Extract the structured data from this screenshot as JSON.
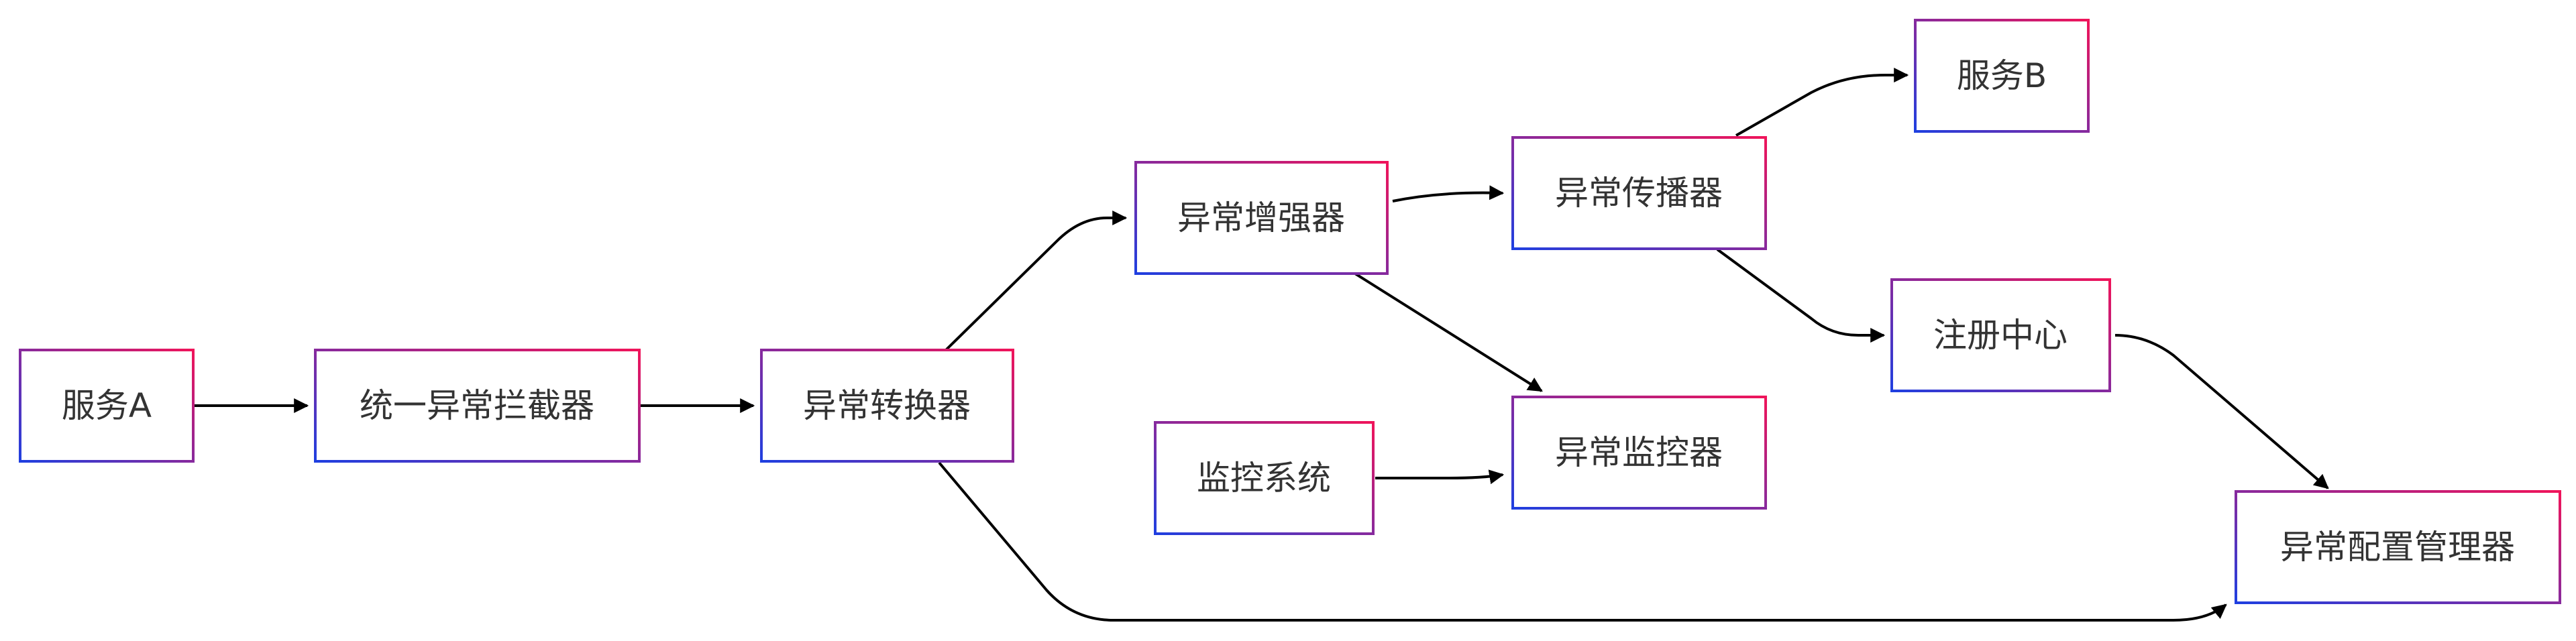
{
  "diagram": {
    "type": "flowchart",
    "gradient": {
      "start": "#1f3fe0",
      "end": "#f0145a"
    },
    "line_color": "#000000",
    "nodes": [
      {
        "id": "svcA",
        "label": "服务A"
      },
      {
        "id": "interceptor",
        "label": "统一异常拦截器"
      },
      {
        "id": "converter",
        "label": "异常转换器"
      },
      {
        "id": "enhancer",
        "label": "异常增强器"
      },
      {
        "id": "monitorSys",
        "label": "监控系统"
      },
      {
        "id": "propagator",
        "label": "异常传播器"
      },
      {
        "id": "monitor",
        "label": "异常监控器"
      },
      {
        "id": "svcB",
        "label": "服务B"
      },
      {
        "id": "registry",
        "label": "注册中心"
      },
      {
        "id": "configMgr",
        "label": "异常配置管理器"
      }
    ],
    "edges": [
      {
        "from": "svcA",
        "to": "interceptor"
      },
      {
        "from": "interceptor",
        "to": "converter"
      },
      {
        "from": "converter",
        "to": "enhancer"
      },
      {
        "from": "converter",
        "to": "configMgr"
      },
      {
        "from": "enhancer",
        "to": "propagator"
      },
      {
        "from": "enhancer",
        "to": "monitor"
      },
      {
        "from": "monitorSys",
        "to": "monitor"
      },
      {
        "from": "propagator",
        "to": "svcB"
      },
      {
        "from": "propagator",
        "to": "registry"
      },
      {
        "from": "registry",
        "to": "configMgr"
      }
    ]
  }
}
